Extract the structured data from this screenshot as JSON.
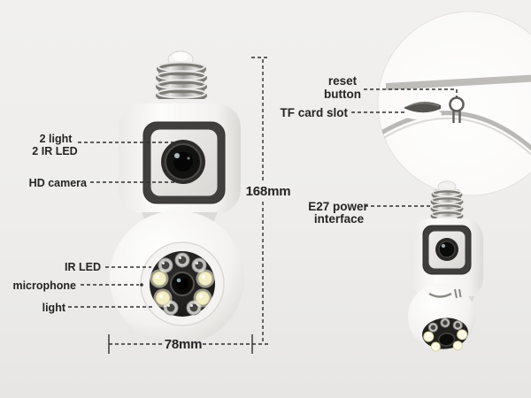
{
  "scene": {
    "description": "dual-lens E27 bulb security camera annotated product diagram",
    "background_color": "#eeedeb",
    "text_color": "#242424",
    "leader_line_color": "#2f2f2f"
  },
  "labels": {
    "dual_light": {
      "line1": "2 light",
      "line2": "2 IR LED"
    },
    "hd_camera": "HD camera",
    "ir_led": "IR LED",
    "microphone": "microphone",
    "light": "light",
    "reset_button": {
      "line1": "reset",
      "line2": "button"
    },
    "tf_card_slot": "TF card slot",
    "e27_power": {
      "line1": "E27 power",
      "line2": "interface"
    }
  },
  "dimensions": {
    "height": "168mm",
    "width": "78mm"
  },
  "colors": {
    "body_white": "#fafaf9",
    "face_black": "#1e1d1b",
    "metal_silver": "#b8b6b3",
    "led_warm_white": "#f6f1cf",
    "lens_black": "#0c0c0b"
  }
}
